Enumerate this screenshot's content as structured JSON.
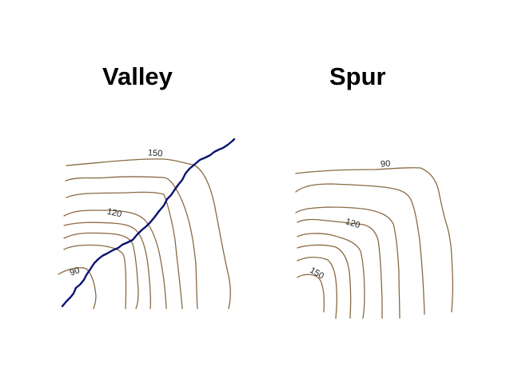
{
  "titles": {
    "valley": "Valley",
    "spur": "Spur"
  },
  "valley": {
    "contour_labels": {
      "top": "150",
      "middle": "120",
      "bottom": "90"
    }
  },
  "spur": {
    "contour_labels": {
      "top": "90",
      "middle": "120",
      "bottom": "150"
    }
  },
  "colors": {
    "contour": "#8a6a44",
    "stream": "#0b1270",
    "text": "#000000"
  }
}
